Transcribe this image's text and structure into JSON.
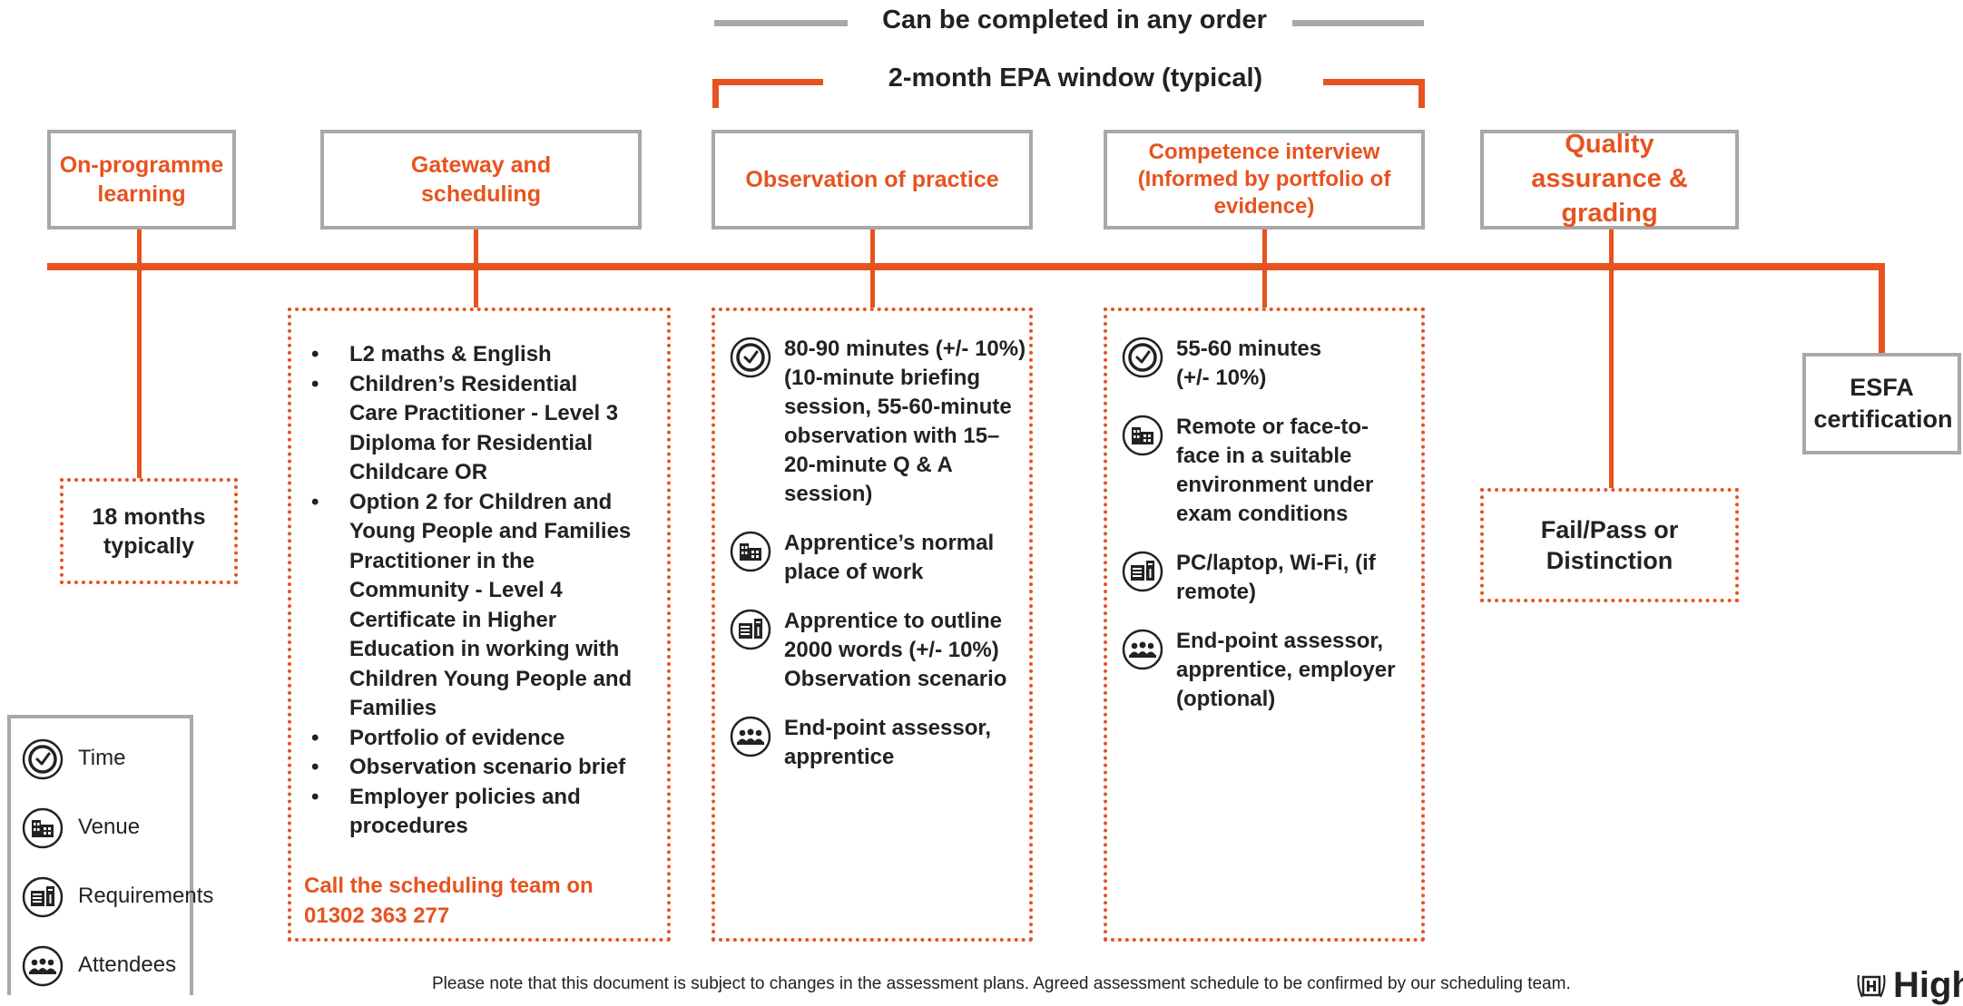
{
  "top": {
    "any_order": "Can be completed in any order",
    "epa_window": "2-month EPA window (typical)"
  },
  "stages": [
    {
      "title": "On-programme learning",
      "note": "18 months typically"
    },
    {
      "title": "Gateway and scheduling",
      "bullets": [
        "L2 maths & English",
        "Children’s Residential Care Practitioner - Level 3 Diploma for Residential Childcare OR",
        "Option 2 for Children and Young People and Families Practitioner in the Community - Level 4 Certificate in Higher Education in working with Children Young People and Families",
        "Portfolio of evidence",
        "Observation scenario brief",
        "Employer policies and procedures"
      ],
      "call": "Call the scheduling team on 01302 363 277"
    },
    {
      "title": "Observation of practice",
      "time": "80-90 minutes (+/- 10%) (10-minute briefing session, 55-60-minute observation with 15–20-minute Q & A session)",
      "venue": "Apprentice’s normal place of work",
      "requirements": "Apprentice to outline 2000 words (+/- 10%) Observation scenario",
      "attendees": "End-point assessor, apprentice"
    },
    {
      "title": "Competence interview (Informed by portfolio of evidence)",
      "time": "55-60 minutes (+/- 10%)",
      "venue": "Remote or face-to-face in a suitable environment under exam conditions",
      "requirements": "PC/laptop, Wi-Fi, (if remote)",
      "attendees": "End-point assessor, apprentice, employer (optional)"
    },
    {
      "title": "Quality assurance & grading",
      "note": "Fail/Pass or Distinction"
    },
    {
      "title": "ESFA certification"
    }
  ],
  "legend": [
    {
      "icon": "clock-icon",
      "label": "Time"
    },
    {
      "icon": "venue-icon",
      "label": "Venue"
    },
    {
      "icon": "requirements-icon",
      "label": "Requirements"
    },
    {
      "icon": "attendees-icon",
      "label": "Attendees"
    }
  ],
  "footer": "Please note that this document is subject to changes in the assessment plans.  Agreed assessment schedule to be confirmed by our scheduling team.",
  "logo": "Highfield",
  "colors": {
    "accent": "#e7531f",
    "frame": "#a8a8a8",
    "text": "#222222"
  }
}
